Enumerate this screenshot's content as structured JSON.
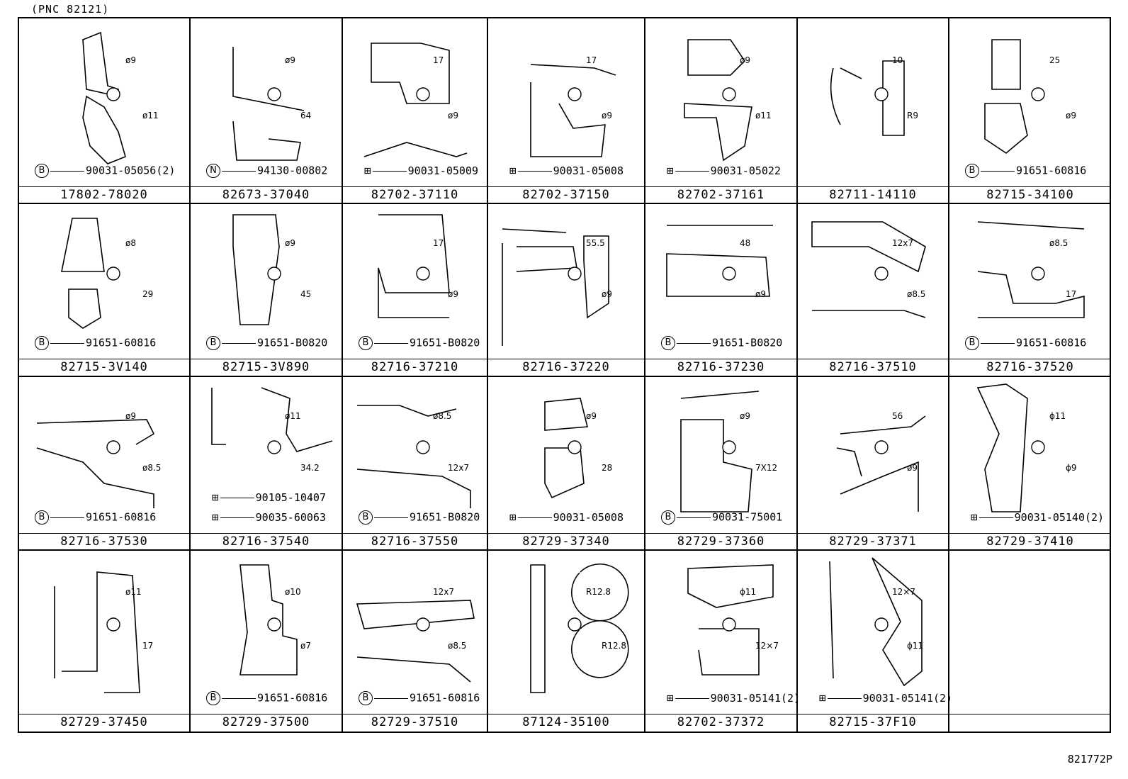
{
  "header": {
    "pnc": "(PNC  82121)"
  },
  "footer": {
    "doc_id": "821772P"
  },
  "cells": [
    {
      "part": "17802-78020",
      "callouts": [
        {
          "badge": "B",
          "text": "90031-05056(2)"
        }
      ],
      "dims": [
        "ø9",
        "ø11"
      ]
    },
    {
      "part": "82673-37040",
      "callouts": [
        {
          "badge": "N",
          "text": "94130-00802"
        }
      ],
      "dims": [
        "ø9",
        "64"
      ]
    },
    {
      "part": "82702-37110",
      "callouts": [
        {
          "badge": "",
          "text": "90031-05009"
        }
      ],
      "dims": [
        "17",
        "ø9"
      ]
    },
    {
      "part": "82702-37150",
      "callouts": [
        {
          "badge": "",
          "text": "90031-05008"
        }
      ],
      "dims": [
        "17",
        "ø9"
      ]
    },
    {
      "part": "82702-37161",
      "callouts": [
        {
          "badge": "",
          "text": "90031-05022"
        }
      ],
      "dims": [
        "ø9",
        "ø11"
      ]
    },
    {
      "part": "82711-14110",
      "callouts": [],
      "dims": [
        "10",
        "R9"
      ]
    },
    {
      "part": "82715-34100",
      "callouts": [
        {
          "badge": "B",
          "text": "91651-60816"
        }
      ],
      "dims": [
        "25",
        "ø9"
      ]
    },
    {
      "part": "82715-3V140",
      "callouts": [
        {
          "badge": "B",
          "text": "91651-60816"
        }
      ],
      "dims": [
        "ø8",
        "29"
      ]
    },
    {
      "part": "82715-3V890",
      "callouts": [
        {
          "badge": "B",
          "text": "91651-B0820"
        }
      ],
      "dims": [
        "ø9",
        "45"
      ]
    },
    {
      "part": "82716-37210",
      "callouts": [
        {
          "badge": "B",
          "text": "91651-B0820"
        }
      ],
      "dims": [
        "17",
        "ø9"
      ]
    },
    {
      "part": "82716-37220",
      "callouts": [],
      "dims": [
        "55.5",
        "ø9"
      ]
    },
    {
      "part": "82716-37230",
      "callouts": [
        {
          "badge": "B",
          "text": "91651-B0820"
        }
      ],
      "dims": [
        "48",
        "ø9"
      ]
    },
    {
      "part": "82716-37510",
      "callouts": [],
      "dims": [
        "12x7",
        "ø8.5"
      ]
    },
    {
      "part": "82716-37520",
      "callouts": [
        {
          "badge": "B",
          "text": "91651-60816"
        }
      ],
      "dims": [
        "ø8.5",
        "17"
      ]
    },
    {
      "part": "82716-37530",
      "callouts": [
        {
          "badge": "B",
          "text": "91651-60816"
        }
      ],
      "dims": [
        "ø9",
        "ø8.5"
      ]
    },
    {
      "part": "82716-37540",
      "callouts": [
        {
          "badge": "",
          "text": "90105-10407"
        },
        {
          "badge": "",
          "text": "90035-60063"
        }
      ],
      "dims": [
        "ø11",
        "34.2"
      ]
    },
    {
      "part": "82716-37550",
      "callouts": [
        {
          "badge": "B",
          "text": "91651-B0820"
        }
      ],
      "dims": [
        "ø8.5",
        "12x7"
      ]
    },
    {
      "part": "82729-37340",
      "callouts": [
        {
          "badge": "",
          "text": "90031-05008"
        }
      ],
      "dims": [
        "ø9",
        "28"
      ]
    },
    {
      "part": "82729-37360",
      "callouts": [
        {
          "badge": "B",
          "text": "90031-75001"
        }
      ],
      "dims": [
        "ø9",
        "7X12"
      ]
    },
    {
      "part": "82729-37371",
      "callouts": [],
      "dims": [
        "56",
        "ø9"
      ]
    },
    {
      "part": "82729-37410",
      "callouts": [
        {
          "badge": "",
          "text": "90031-05140(2)"
        }
      ],
      "dims": [
        "ϕ11",
        "ϕ9"
      ]
    },
    {
      "part": "82729-37450",
      "callouts": [],
      "dims": [
        "ø11",
        "17"
      ]
    },
    {
      "part": "82729-37500",
      "callouts": [
        {
          "badge": "B",
          "text": "91651-60816"
        }
      ],
      "dims": [
        "ø10",
        "ø7"
      ]
    },
    {
      "part": "82729-37510",
      "callouts": [
        {
          "badge": "B",
          "text": "91651-60816"
        }
      ],
      "dims": [
        "12x7",
        "ø8.5"
      ]
    },
    {
      "part": "87124-35100",
      "callouts": [],
      "dims": [
        "R12.8",
        "R12.8"
      ]
    },
    {
      "part": "82702-37372",
      "callouts": [
        {
          "badge": "",
          "text": "90031-05141(2)"
        }
      ],
      "dims": [
        "ϕ11",
        "12×7"
      ]
    },
    {
      "part": "82715-37F10",
      "callouts": [
        {
          "badge": "",
          "text": "90031-05141(2)"
        }
      ],
      "dims": [
        "12×7",
        "ϕ11"
      ]
    },
    {
      "part": "",
      "callouts": [],
      "dims": []
    }
  ]
}
